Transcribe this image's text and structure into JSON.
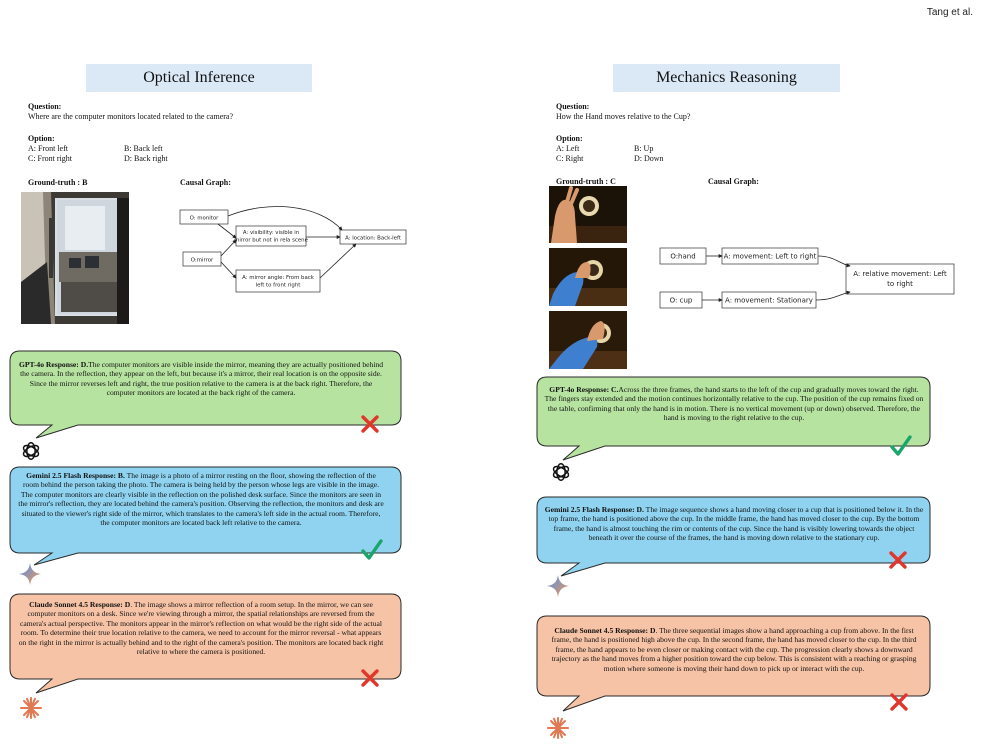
{
  "header": {
    "running_head": "Tang et al."
  },
  "left": {
    "title": "Optical Inference",
    "question_label": "Question:",
    "question": "Where are the computer monitors located related to the camera?",
    "option_label": "Option:",
    "options": [
      "A: Front left",
      "B: Back left",
      "C: Front right",
      "D: Back right"
    ],
    "ground_truth": "Ground-truth : B",
    "causal_graph_label": "Causal Graph:",
    "graph": {
      "n_monitor": "O: monitor",
      "n_mirror": "O:mirror",
      "n_visibility_1": "A: visibility: visible in",
      "n_visibility_2": "mirror but not in rela scene",
      "n_angle_1": "A: mirror angle: From back",
      "n_angle_2": "left to front right",
      "n_location": "A: location: Back-left"
    },
    "responses": [
      {
        "model": "GPT-4o Response: D.",
        "text": "The computer monitors are visible inside the mirror, meaning they are actually positioned behind the camera. In the reflection, they appear on the left, but because it's a mirror, their real location is on the opposite side. Since the mirror reverses left and right, the true position relative to the camera is at the back right. Therefore, the computer monitors are located at the back right of the camera.",
        "verdict": "wrong"
      },
      {
        "model": "Gemini 2.5 Flash Response: B.",
        "text": " The image is a photo of a mirror resting on the floor, showing the reflection of the room behind the person taking the photo. The camera is being held by the person whose legs are visible in the image. The computer monitors are clearly visible in the reflection on the polished desk surface. Since the monitors are seen in the mirror's reflection, they are located behind the camera's position. Observing the reflection, the monitors and desk are situated to the viewer's right side of the mirror, which translates to the camera's left side in the actual room. Therefore, the computer monitors are located back left relative to the camera.",
        "verdict": "correct"
      },
      {
        "model": "Claude Sonnet 4.5 Response",
        "suffix": ": D",
        "text": ". The image shows a mirror reflection of a room setup. In the mirror, we can see computer monitors on a desk. Since we're viewing through a mirror, the spatial relationships are reversed from the camera's actual perspective. The monitors appear in the mirror's reflection on what would be the right side of the actual room. To determine their true location relative to the camera, we need to account for the mirror reversal - what appears on the right in the mirror is actually behind and to the right of the camera's position. The monitors are located back right relative to where the camera is positioned.",
        "verdict": "wrong"
      }
    ]
  },
  "right": {
    "title": "Mechanics Reasoning",
    "question_label": "Question:",
    "question": "How the Hand moves relative to the Cup?",
    "option_label": "Option:",
    "options": [
      "A: Left",
      "B: Up",
      "C: Right",
      "D: Down"
    ],
    "ground_truth": "Ground-truth : C",
    "causal_graph_label": "Causal Graph:",
    "graph": {
      "n_hand": "O:hand",
      "n_cup": "O: cup",
      "n_move_lr": "A: movement: Left to right",
      "n_stationary": "A: movement: Stationary",
      "n_rel_1": "A: relative movement: Left",
      "n_rel_2": "to right"
    },
    "responses": [
      {
        "model": "GPT-4o Response: C.",
        "text": "Across the three frames, the hand starts to the left of the cup and gradually moves toward the right. The fingers stay extended and the motion continues horizontally relative to the cup. The position of the cup remains fixed on the table, confirming that only the hand is in motion. There is no vertical movement (up or down) observed. Therefore, the hand is moving to the right relative to the cup.",
        "verdict": "correct"
      },
      {
        "model": "Gemini 2.5 Flash Response: D.",
        "text": " The image sequence shows a hand moving closer to a cup that is positioned below it. In the top frame, the hand is positioned above the cup. In the middle frame, the hand has moved closer to the cup. By the bottom frame, the hand is almost touching the rim or contents of the cup. Since the hand is visibly lowering towards the object beneath it over the course of the frames, the hand is moving down relative to the stationary cup.",
        "verdict": "wrong"
      },
      {
        "model": "Claude Sonnet 4.5 Response",
        "suffix": ": D",
        "text": ".  The three sequential images show a hand approaching a cup from above. In the first frame, the hand is positioned high above the cup. In the second frame, the hand has moved closer to the cup. In the third frame, the hand appears to be even closer or making contact with the cup. The progression clearly shows a downward trajectory as the hand moves from a higher position toward the cup below. This is consistent with a reaching or grasping motion where someone is moving their hand down to pick up or interact with the cup.",
        "verdict": "wrong"
      }
    ]
  },
  "colors": {
    "title_bg": "#dbe9f7",
    "gpt_bubble": "#b7e3a0",
    "gemini_bubble": "#8fd3f0",
    "claude_bubble": "#f6c3a6",
    "check": "#1aa56b",
    "cross": "#e0362c",
    "claude_logo": "#e07a52"
  },
  "icons": {
    "gpt": "openai-logo-icon",
    "gemini": "gemini-sparkle-icon",
    "claude": "claude-asterisk-icon",
    "correct": "check-mark-icon",
    "wrong": "cross-mark-icon"
  }
}
